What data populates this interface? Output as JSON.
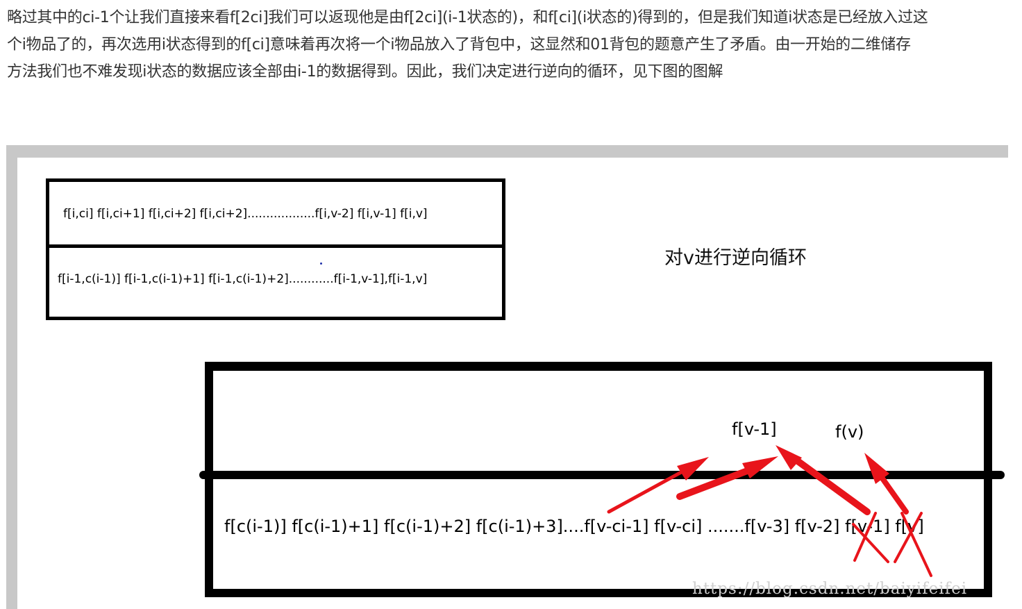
{
  "article": {
    "line1": "略过其中的ci-1个让我们直接来看f[2ci]我们可以返现他是由f[2ci](i-1状态的)，和f[ci](i状态的)得到的，但是我们知道i状态是已经放入过这",
    "line2": "个i物品了的，再次选用i状态得到的f[ci]意味着再次将一个i物品放入了背包中，这显然和01背包的题意产生了矛盾。由一开始的二维储存",
    "line3": "方法我们也不难发现i状态的数据应该全部由i-1的数据得到。因此，我们决定进行逆向的循环，见下图的图解"
  },
  "figure": {
    "box1_row1": "f[i,ci]  f[i,ci+1]  f[i,ci+2] f[i,ci+2]..................f[i,v-2]  f[i,v-1]  f[i,v]",
    "box1_row2": "f[i-1,c(i-1)] f[i-1,c(i-1)+1] f[i-1,c(i-1)+2]............f[i-1,v-1],f[i-1,v]",
    "right_label": "对v进行逆向循环",
    "label_fv1": "f[v-1]",
    "label_fv": "f(v)",
    "box2_row": "f[c(i-1)] f[c(i-1)+1] f[c(i-1)+2] f[c(i-1)+3]....f[v-ci-1] f[v-ci]  .......f[v-3] f[v-2] f[v-1] f[v]",
    "watermark": "https://blog.csdn.net/baiyifeifei",
    "arrow_color": "#e8141b"
  }
}
